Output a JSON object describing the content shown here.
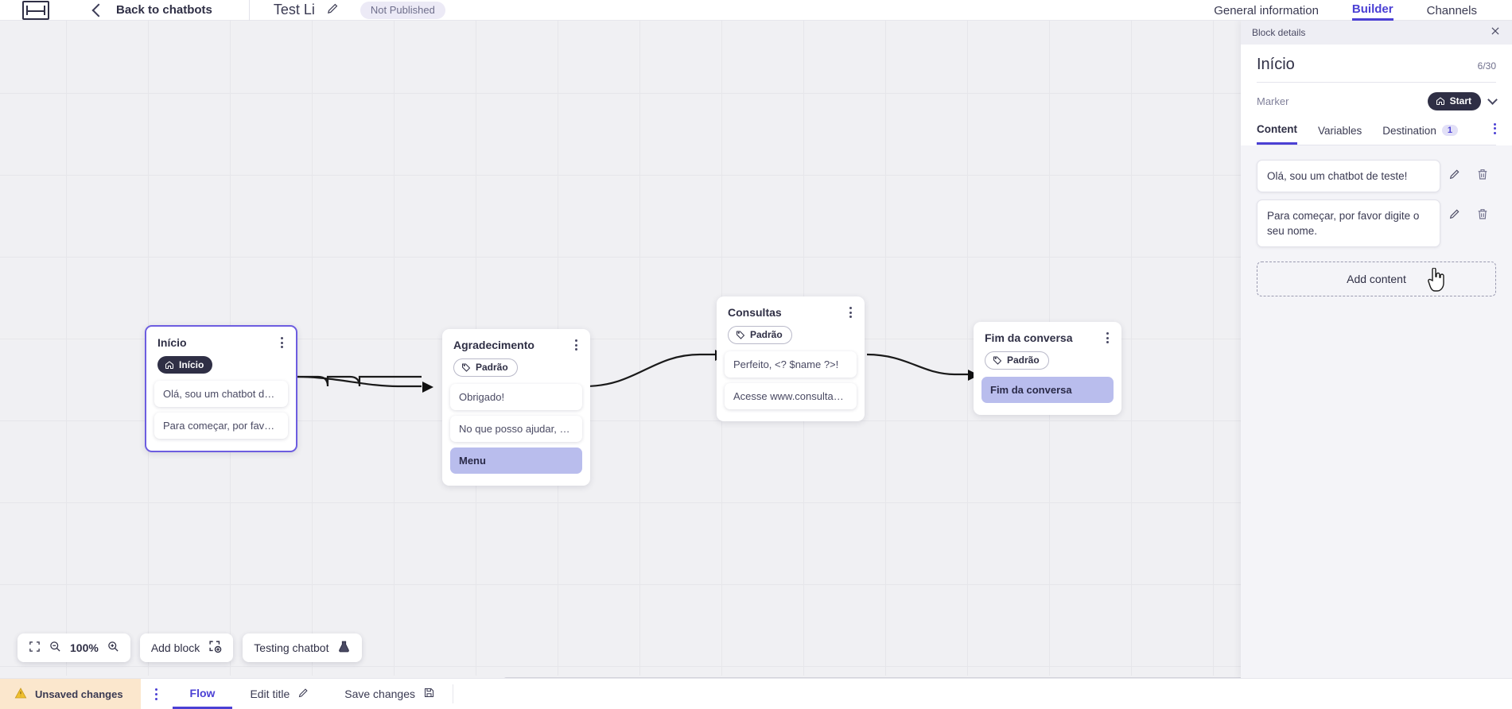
{
  "topbar": {
    "logo_icon": "chatbot-logo-icon",
    "back_label": "Back to chatbots",
    "back_icon": "chevron-left-icon",
    "bot_name": "Test Li",
    "edit_icon": "pencil-icon",
    "status_badge": "Not Published",
    "tabs": [
      {
        "label": "General information",
        "active": false
      },
      {
        "label": "Builder",
        "active": true
      },
      {
        "label": "Channels",
        "active": false
      }
    ]
  },
  "canvas": {
    "zoom_level": "100%",
    "fit_icon": "fit-screen-icon",
    "zoom_out_icon": "zoom-out-icon",
    "zoom_in_icon": "zoom-in-icon",
    "add_block_label": "Add block",
    "add_block_icon": "add-block-icon",
    "testing_label": "Testing chatbot",
    "testing_icon": "flask-icon",
    "blocks": [
      {
        "id": "inicio",
        "title": "Início",
        "tag": {
          "label": "Início",
          "type": "start",
          "icon": "home-icon"
        },
        "selected": true,
        "messages": [
          {
            "text": "Olá, sou um chatbot de teste!",
            "highlight": false
          },
          {
            "text": "Para começar, por favor digite o ...",
            "highlight": false
          }
        ]
      },
      {
        "id": "agradecimento",
        "title": "Agradecimento",
        "tag": {
          "label": "Padrão",
          "type": "default",
          "icon": "tag-icon"
        },
        "selected": false,
        "messages": [
          {
            "text": "Obrigado!",
            "highlight": false
          },
          {
            "text": "No que posso ajudar, <? $name ...",
            "highlight": false
          },
          {
            "text": "Menu",
            "highlight": true
          }
        ]
      },
      {
        "id": "consultas",
        "title": "Consultas",
        "tag": {
          "label": "Padrão",
          "type": "default",
          "icon": "tag-icon"
        },
        "selected": false,
        "messages": [
          {
            "text": "Perfeito, <? $name ?>!",
            "highlight": false
          },
          {
            "text": "Acesse www.consultas.com par...",
            "highlight": false
          }
        ]
      },
      {
        "id": "fim-da-conversa",
        "title": "Fim da conversa",
        "tag": {
          "label": "Padrão",
          "type": "default",
          "icon": "tag-icon"
        },
        "selected": false,
        "messages": [
          {
            "text": "Fim da conversa",
            "highlight": true
          }
        ]
      }
    ]
  },
  "panel": {
    "header_label": "Block details",
    "close_icon": "close-icon",
    "title": "Início",
    "counter": "6/30",
    "marker_label": "Marker",
    "marker_value": "Start",
    "marker_icon": "home-icon",
    "marker_chevron_icon": "chevron-down-icon",
    "tabs": [
      {
        "label": "Content",
        "badge": "",
        "active": true
      },
      {
        "label": "Variables",
        "badge": "",
        "active": false
      },
      {
        "label": "Destination",
        "badge": "1",
        "active": false
      }
    ],
    "tabs_kebab_icon": "more-options-icon",
    "contents": [
      {
        "text": "Olá, sou um chatbot de teste!",
        "edit_icon": "pencil-icon",
        "delete_icon": "trash-icon"
      },
      {
        "text": "Para começar, por favor digite o seu nome.",
        "edit_icon": "pencil-icon",
        "delete_icon": "trash-icon"
      }
    ],
    "add_content_label": "Add content"
  },
  "bottombar": {
    "unsaved_label": "Unsaved changes",
    "warning_icon": "warning-triangle-icon",
    "kebab_icon": "more-options-icon",
    "items": [
      {
        "label": "Flow",
        "icon": "",
        "active": true
      },
      {
        "label": "Edit title",
        "icon": "pencil-icon",
        "active": false
      },
      {
        "label": "Save changes",
        "icon": "save-icon",
        "active": false
      }
    ]
  },
  "colors": {
    "accent": "#4b40d4",
    "selected_block_border": "#6d5de0",
    "highlight_message": "#b9bded",
    "warning_bg": "#fbe7cd",
    "dark": "#2f2f45"
  }
}
